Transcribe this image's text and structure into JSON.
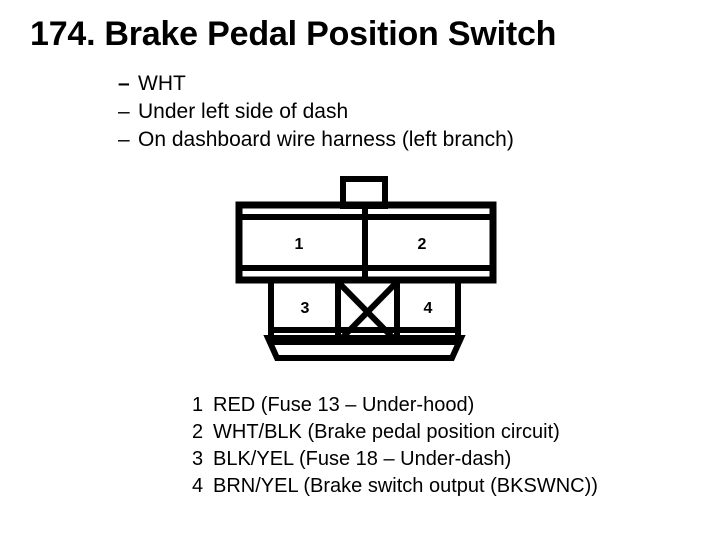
{
  "page": {
    "background_color": "#ffffff",
    "ink_color": "#000000"
  },
  "title": {
    "number": "174.",
    "text": "Brake Pedal Position Switch"
  },
  "details": {
    "dash": "–",
    "items": [
      "WHT",
      "Under left side of dash",
      "On dashboard wire harness (left branch)"
    ]
  },
  "connector": {
    "name": "4-pin connector face view",
    "upper_cells": [
      {
        "label": "1"
      },
      {
        "label": "2"
      }
    ],
    "lower_cells": [
      {
        "label": "3"
      },
      {
        "label": "",
        "crossed": true
      },
      {
        "label": "4"
      }
    ]
  },
  "pin_legend": [
    {
      "number": "1",
      "description": "RED (Fuse 13 – Under-hood)"
    },
    {
      "number": "2",
      "description": "WHT/BLK (Brake pedal position circuit)"
    },
    {
      "number": "3",
      "description": "BLK/YEL (Fuse 18 – Under-dash)"
    },
    {
      "number": "4",
      "description": "BRN/YEL (Brake switch output (BKSWNC))"
    }
  ]
}
